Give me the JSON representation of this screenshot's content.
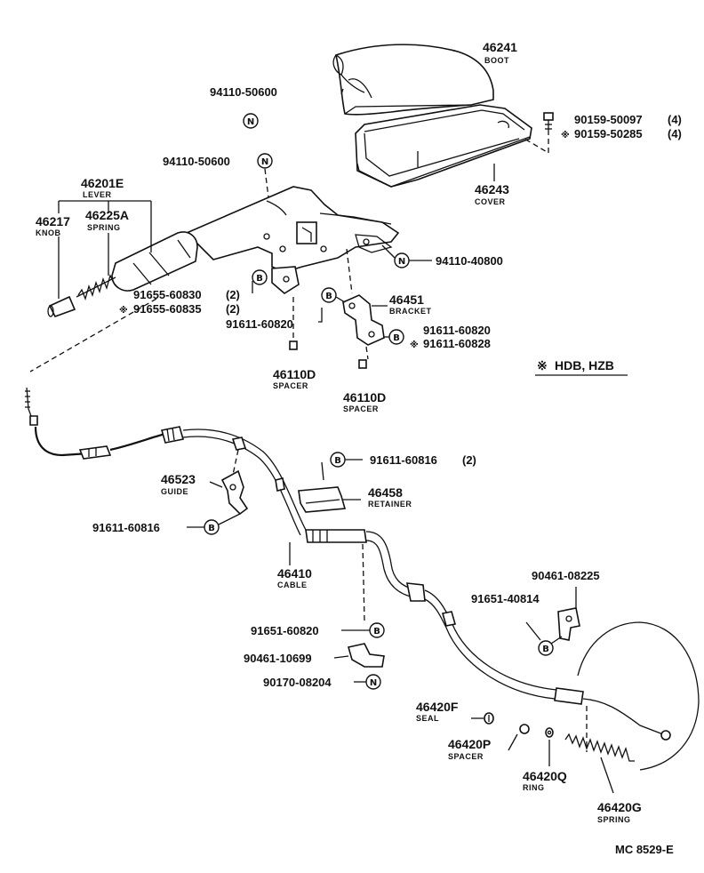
{
  "parts": {
    "p46241": {
      "number": "46241",
      "name": "BOOT"
    },
    "p46243": {
      "number": "46243",
      "name": "COVER"
    },
    "p90159a": {
      "number": "90159-50097",
      "qty": "(4)"
    },
    "p90159b": {
      "number": "90159-50285",
      "qty": "(4)",
      "mark": "※"
    },
    "p94110a": {
      "number": "94110-50600",
      "badge": "N"
    },
    "p94110b": {
      "number": "94110-50600",
      "badge": "N"
    },
    "p46201E": {
      "number": "46201E",
      "name": "LEVER"
    },
    "p46217": {
      "number": "46217",
      "name": "KNOB"
    },
    "p46225A": {
      "number": "46225A",
      "name": "SPRING"
    },
    "p94110c": {
      "number": "94110-40800",
      "badge": "N"
    },
    "p91655a": {
      "number": "91655-60830",
      "qty": "(2)"
    },
    "p91655b": {
      "number": "91655-60835",
      "qty": "(2)",
      "mark": "※"
    },
    "pB1": {
      "badge": "B"
    },
    "p46451": {
      "number": "46451",
      "name": "BRACKET"
    },
    "p91611a": {
      "number": "91611-60820"
    },
    "p91611b": {
      "number": "91611-60820"
    },
    "p91611c": {
      "number": "91611-60828",
      "mark": "※"
    },
    "p46110Da": {
      "number": "46110D",
      "name": "SPACER"
    },
    "p46110Db": {
      "number": "46110D",
      "name": "SPACER"
    },
    "p91611d": {
      "number": "91611-60816",
      "qty": "(2)",
      "badge": "B"
    },
    "p46458": {
      "number": "46458",
      "name": "RETAINER"
    },
    "p46523": {
      "number": "46523",
      "name": "GUIDE"
    },
    "p91611e": {
      "number": "91611-60816",
      "badge": "B"
    },
    "p46410": {
      "number": "46410",
      "name": "CABLE"
    },
    "p90461a": {
      "number": "90461-08225"
    },
    "p91651a": {
      "number": "91651-40814",
      "badge": "B"
    },
    "p91651b": {
      "number": "91651-60820",
      "badge": "B"
    },
    "p90461b": {
      "number": "90461-10699"
    },
    "p90170": {
      "number": "90170-08204",
      "badge": "N"
    },
    "p46420F": {
      "number": "46420F",
      "name": "SEAL"
    },
    "p46420P": {
      "number": "46420P",
      "name": "SPACER"
    },
    "p46420Q": {
      "number": "46420Q",
      "name": "RING"
    },
    "p46420G": {
      "number": "46420G",
      "name": "SPRING"
    }
  },
  "note": {
    "mark": "※",
    "text": "HDB, HZB"
  },
  "diagram_code": "MC 8529-E"
}
